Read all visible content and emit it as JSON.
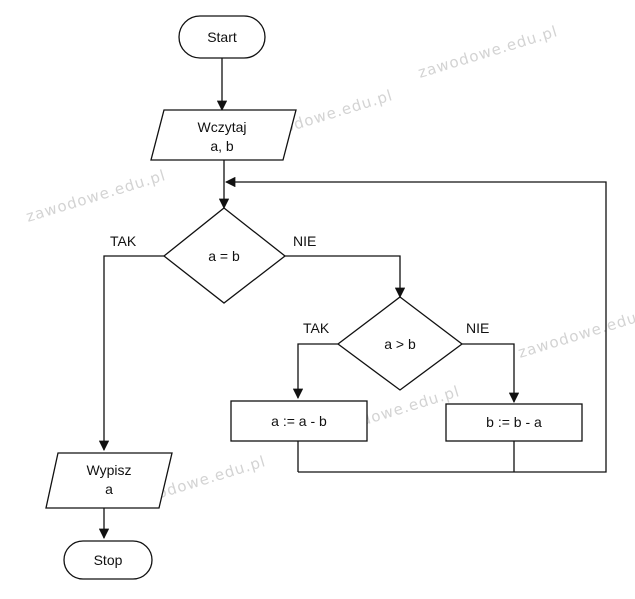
{
  "nodes": {
    "start": "Start",
    "input_line1": "Wczytaj",
    "input_line2": "a, b",
    "decision_equal": "a = b",
    "decision_greater": "a > b",
    "process_a": "a := a - b",
    "process_b": "b := b - a",
    "output_line1": "Wypisz",
    "output_line2": "a",
    "stop": "Stop"
  },
  "edge_labels": {
    "equal_yes": "TAK",
    "equal_no": "NIE",
    "greater_yes": "TAK",
    "greater_no": "NIE"
  },
  "watermark": "zawodowe.edu.pl"
}
